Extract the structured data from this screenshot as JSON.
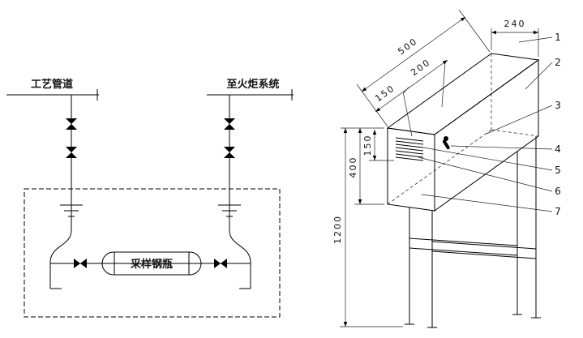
{
  "left_schematic": {
    "process_pipeline_label": "工艺管道",
    "flare_system_label": "至火炬系统",
    "sample_cylinder_label": "采样钢瓶"
  },
  "right_drawing": {
    "dim_depth_total": "500",
    "dim_width": "240",
    "dim_pos_a": "150",
    "dim_pos_b": "200",
    "dim_louver": "150",
    "dim_height": "400",
    "dim_stand": "1200",
    "callouts": [
      "1",
      "2",
      "3",
      "4",
      "5",
      "6",
      "7"
    ]
  }
}
